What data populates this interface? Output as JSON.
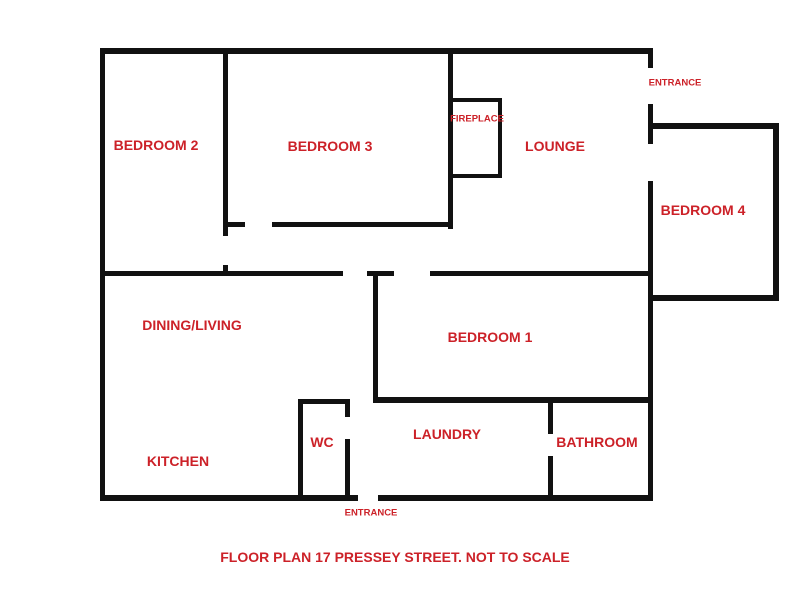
{
  "plan": {
    "caption": "FLOOR PLAN 17 PRESSEY STREET. NOT TO SCALE",
    "colors": {
      "wall": "#111111",
      "text": "#cc2128",
      "background": "#ffffff"
    },
    "rooms": [
      {
        "id": "bedroom-2",
        "label": "BEDROOM 2"
      },
      {
        "id": "bedroom-3",
        "label": "BEDROOM 3"
      },
      {
        "id": "fireplace",
        "label": "FIREPLACE"
      },
      {
        "id": "lounge",
        "label": "LOUNGE"
      },
      {
        "id": "entrance-top",
        "label": "ENTRANCE"
      },
      {
        "id": "bedroom-4",
        "label": "BEDROOM 4"
      },
      {
        "id": "dining-living",
        "label": "DINING/LIVING"
      },
      {
        "id": "bedroom-1",
        "label": "BEDROOM 1"
      },
      {
        "id": "kitchen",
        "label": "KITCHEN"
      },
      {
        "id": "wc",
        "label": "WC"
      },
      {
        "id": "laundry",
        "label": "LAUNDRY"
      },
      {
        "id": "bathroom",
        "label": "BATHROOM"
      },
      {
        "id": "entrance-bottom",
        "label": "ENTRANCE"
      }
    ]
  }
}
